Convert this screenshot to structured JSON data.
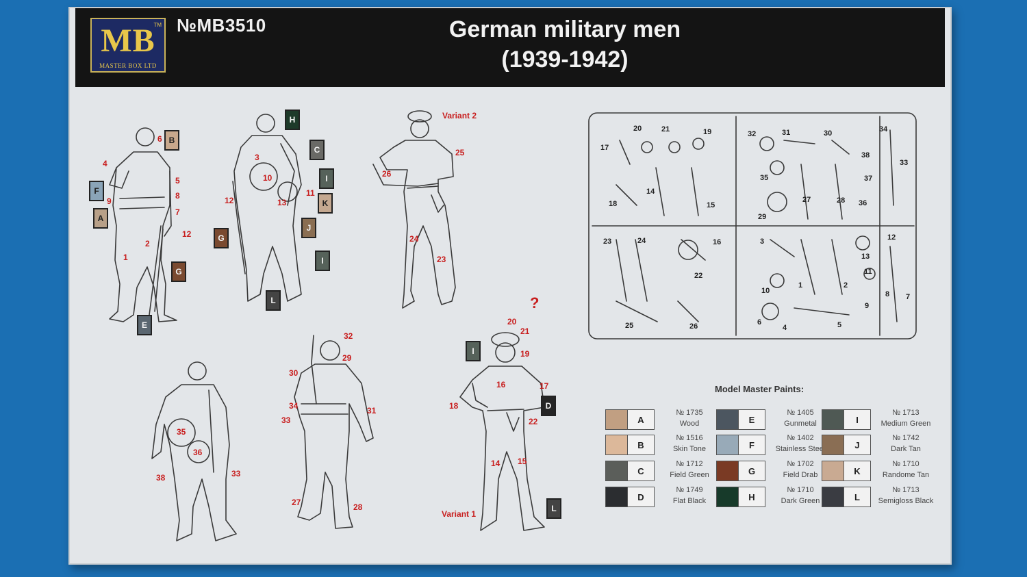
{
  "header": {
    "logo_text": "MB",
    "logo_tm": "TM",
    "logo_sub": "MASTER BOX LTD",
    "catalog_no": "№MB3510",
    "title_line1": "German military men",
    "title_line2": "(1939-1942)"
  },
  "figure_labels": {
    "variant2": "Variant 2",
    "variant1": "Variant 1"
  },
  "callouts": [
    {
      "text": "6"
    },
    {
      "text": "4"
    },
    {
      "text": "5"
    },
    {
      "text": "9"
    },
    {
      "text": "8"
    },
    {
      "text": "7"
    },
    {
      "text": "12"
    },
    {
      "text": "1"
    },
    {
      "text": "2"
    },
    {
      "text": "3"
    },
    {
      "text": "10"
    },
    {
      "text": "11"
    },
    {
      "text": "13"
    },
    {
      "text": "12"
    },
    {
      "text": "26"
    },
    {
      "text": "25"
    },
    {
      "text": "24"
    },
    {
      "text": "23"
    },
    {
      "text": "20"
    },
    {
      "text": "21"
    },
    {
      "text": "19"
    },
    {
      "text": "16"
    },
    {
      "text": "17"
    },
    {
      "text": "18"
    },
    {
      "text": "22"
    },
    {
      "text": "14"
    },
    {
      "text": "15"
    },
    {
      "text": "32"
    },
    {
      "text": "29"
    },
    {
      "text": "30"
    },
    {
      "text": "34"
    },
    {
      "text": "33"
    },
    {
      "text": "31"
    },
    {
      "text": "27"
    },
    {
      "text": "28"
    },
    {
      "text": "35"
    },
    {
      "text": "36"
    },
    {
      "text": "38"
    },
    {
      "text": "33"
    }
  ],
  "letter_tags": [
    {
      "letter": "B",
      "color": "#c8a88c"
    },
    {
      "letter": "F",
      "color": "#8aa4b8"
    },
    {
      "letter": "A",
      "color": "#b8a088"
    },
    {
      "letter": "G",
      "color": "#7a4a30"
    },
    {
      "letter": "E",
      "color": "#5a6670"
    },
    {
      "letter": "H",
      "color": "#1e3a2a"
    },
    {
      "letter": "C",
      "color": "#6a6a66"
    },
    {
      "letter": "I",
      "color": "#56625a"
    },
    {
      "letter": "K",
      "color": "#c4a890"
    },
    {
      "letter": "J",
      "color": "#8a6e52"
    },
    {
      "letter": "G",
      "color": "#7a4a30"
    },
    {
      "letter": "I",
      "color": "#56625a"
    },
    {
      "letter": "L",
      "color": "#444444"
    },
    {
      "letter": "I",
      "color": "#56625a"
    },
    {
      "letter": "D",
      "color": "#252525"
    },
    {
      "letter": "L",
      "color": "#444444"
    }
  ],
  "sprue_numbers": [
    "20",
    "21",
    "19",
    "17",
    "14",
    "15",
    "18",
    "32",
    "31",
    "30",
    "34",
    "35",
    "27",
    "28",
    "29",
    "36",
    "37",
    "38",
    "33",
    "23",
    "24",
    "16",
    "22",
    "25",
    "26",
    "3",
    "10",
    "1",
    "2",
    "6",
    "4",
    "5",
    "13",
    "11",
    "12",
    "7",
    "8",
    "9"
  ],
  "paints": {
    "title": "Model Master Paints:",
    "items": [
      {
        "code": "A",
        "number": "№ 1735",
        "name": "Wood",
        "color": "#c19f82"
      },
      {
        "code": "B",
        "number": "№ 1516",
        "name": "Skin Tone",
        "color": "#dcb89a"
      },
      {
        "code": "C",
        "number": "№ 1712",
        "name": "Field Green",
        "color": "#5b5e5a"
      },
      {
        "code": "D",
        "number": "№ 1749",
        "name": "Flat Black",
        "color": "#2b2d30"
      },
      {
        "code": "E",
        "number": "№ 1405",
        "name": "Gunmetal",
        "color": "#4c5660"
      },
      {
        "code": "F",
        "number": "№ 1402",
        "name": "Stainless Steel",
        "color": "#98aab8"
      },
      {
        "code": "G",
        "number": "№ 1702",
        "name": "Field Drab",
        "color": "#7a3a24"
      },
      {
        "code": "H",
        "number": "№ 1710",
        "name": "Dark Green",
        "color": "#173a2a"
      },
      {
        "code": "I",
        "number": "№ 1713",
        "name": "Medium Green",
        "color": "#4f5954"
      },
      {
        "code": "J",
        "number": "№ 1742",
        "name": "Dark Tan",
        "color": "#8a6e54"
      },
      {
        "code": "K",
        "number": "№ 1710",
        "name": "Randome Tan",
        "color": "#c9aa92"
      },
      {
        "code": "L",
        "number": "№ 1713",
        "name": "Semigloss Black",
        "color": "#3a3c42"
      }
    ]
  }
}
